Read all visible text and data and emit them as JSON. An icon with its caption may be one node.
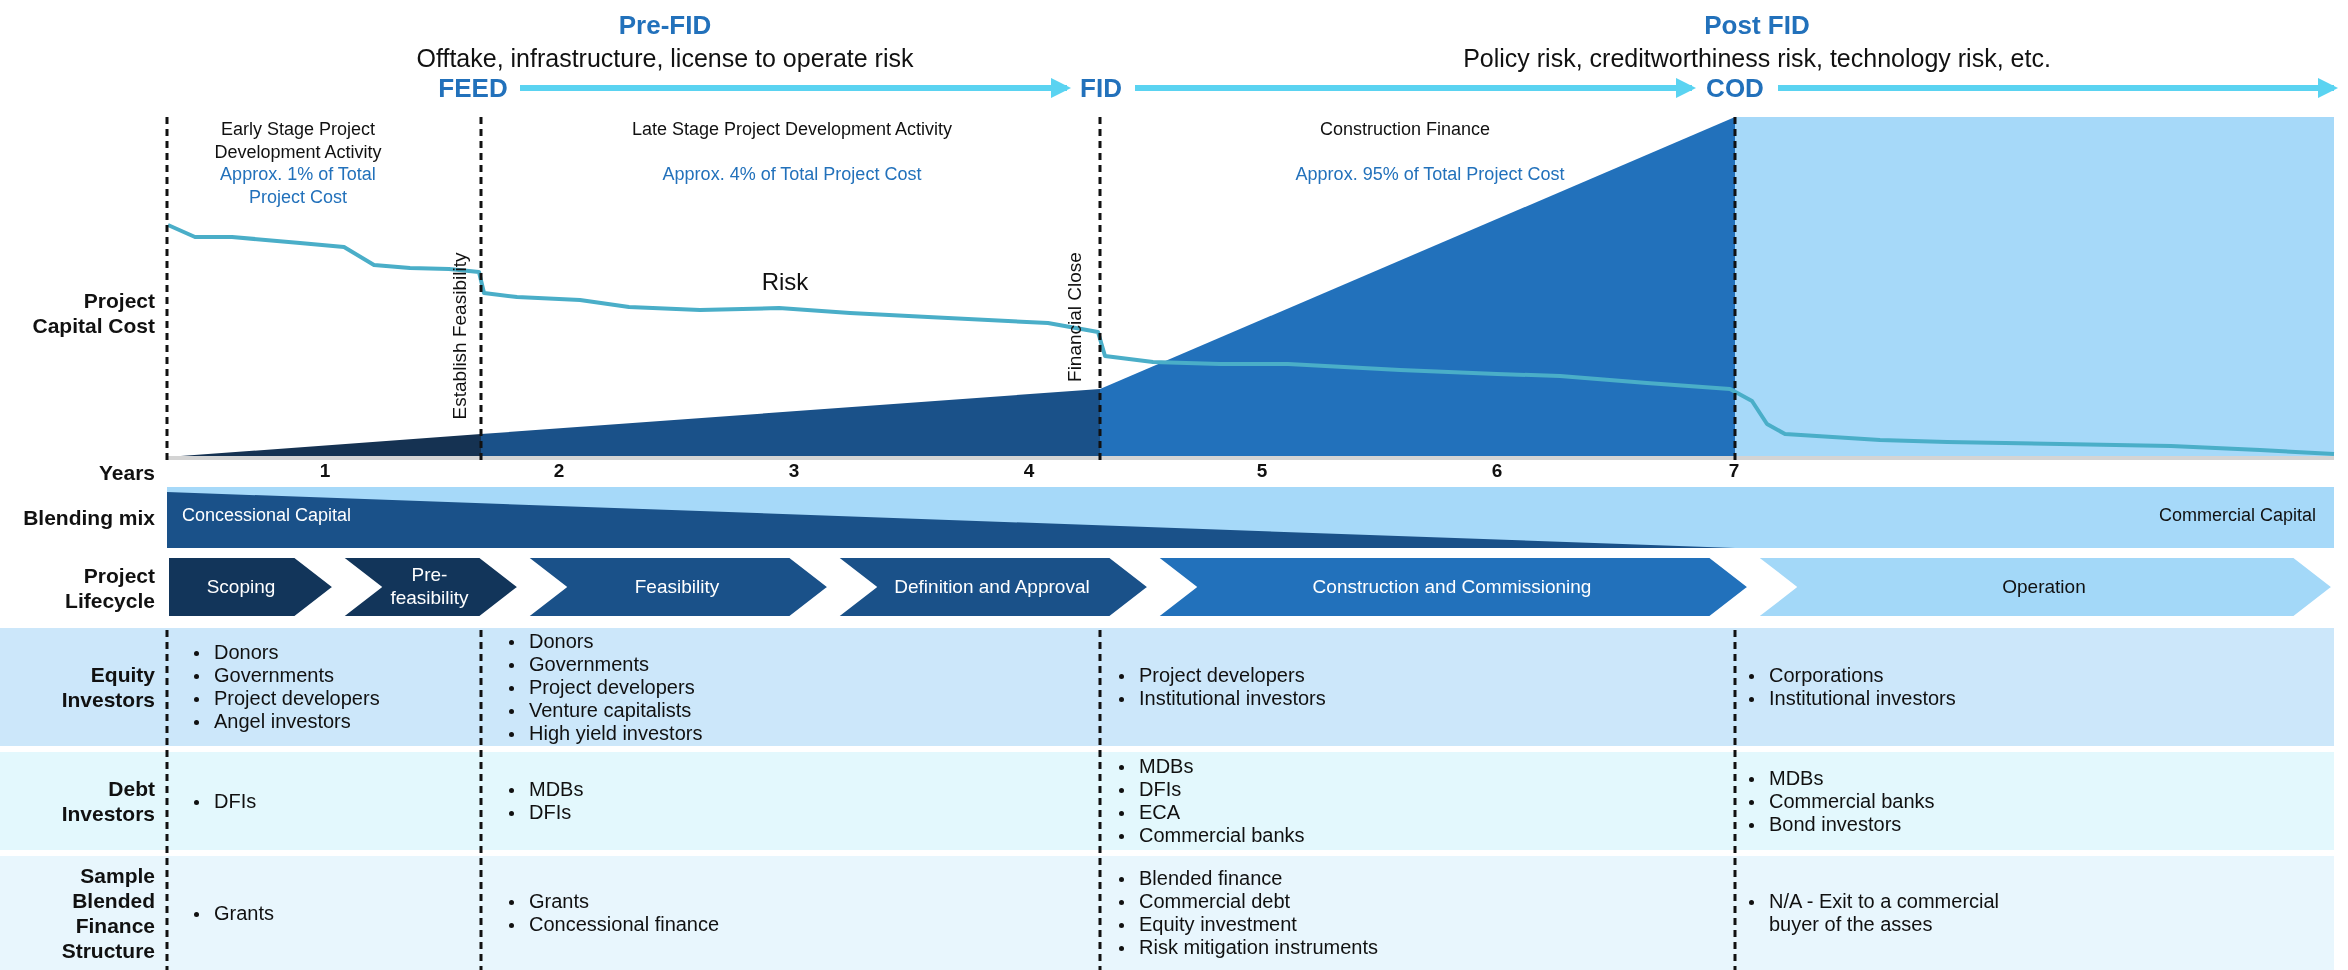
{
  "diagram": {
    "nodes": [
      {
        "text": [
          "FEED"
        ]
      },
      {
        "text": [
          "FID"
        ]
      },
      {
        "text": [
          "COD"
        ]
      },
      {
        "text": [
          "Scoping"
        ]
      },
      {
        "text": [
          "Pre-feasibility"
        ]
      },
      {
        "text": [
          "Feasibility"
        ]
      },
      {
        "text": [
          "Definition and Approval"
        ]
      },
      {
        "text": [
          "Construction and Commissioning"
        ]
      },
      {
        "text": [
          "Operation"
        ]
      },
      {
        "text": [
          "Equity Investors"
        ]
      },
      {
        "text": [
          "Donors",
          "Governments",
          "Project developers",
          "Angel investors"
        ],
        "in": 9
      },
      {
        "text": [
          "Donors",
          "Governments",
          "Project developers",
          "Venture capitalists",
          "High yield investors"
        ],
        "in": 9
      },
      {
        "text": [
          "Project developers",
          "Institutional investors"
        ],
        "in": 9
      },
      {
        "text": [
          "Corporations",
          "Institutional investors"
        ],
        "in": 9
      },
      {
        "text": [
          "Debt Investors"
        ]
      },
      {
        "text": [
          "DFIs"
        ],
        "in": 14
      },
      {
        "text": [
          "MDBs",
          "DFIs"
        ],
        "in": 14
      },
      {
        "text": [
          "MDBs",
          "DFIs",
          "ECA",
          "Commercial banks"
        ],
        "in": 14
      },
      {
        "text": [
          "MDBs",
          "Commercial banks",
          "Bond investors"
        ],
        "in": 14
      },
      {
        "text": [
          "Sample Blended Finance Structure"
        ]
      },
      {
        "text": [
          "Grants"
        ],
        "in": 19
      },
      {
        "text": [
          "Grants",
          "Concessional finance"
        ],
        "in": 19
      },
      {
        "text": [
          "Blended finance",
          "Commercial debt",
          "Equity investment",
          "Risk mitigation instruments"
        ],
        "in": 19
      },
      {
        "text": [
          "N/A - Exit to a commercial buyer of the asses"
        ],
        "in": 19
      }
    ],
    "edges": [
      {
        "from": 0,
        "to": 1,
        "arrow": "to"
      },
      {
        "from": 1,
        "to": 2,
        "arrow": "to"
      },
      {
        "from": 2,
        "to": null,
        "arrow": "to"
      }
    ],
    "labels": [
      "Pre-FID",
      "Offtake, infrastructure, license to operate risk",
      "Post FID",
      "Policy risk, creditworthiness risk, technology risk, etc.",
      "Early Stage Project Development Activity",
      "Approx. 1% of Total Project Cost",
      "Late Stage Project Development Activity",
      "Construction Finance",
      "Approx. 4% of Total Project Cost",
      "Approx. 95% of Total Project Cost",
      "Project Capital Cost",
      "Establish Feasibility",
      "Risk",
      "Financial Close",
      "Years",
      "1",
      "2",
      "3",
      "4",
      "5",
      "6",
      "7",
      "Blending mix",
      "Concessional Capital",
      "Commercial Capital",
      "Project Lifecycle"
    ]
  }
}
